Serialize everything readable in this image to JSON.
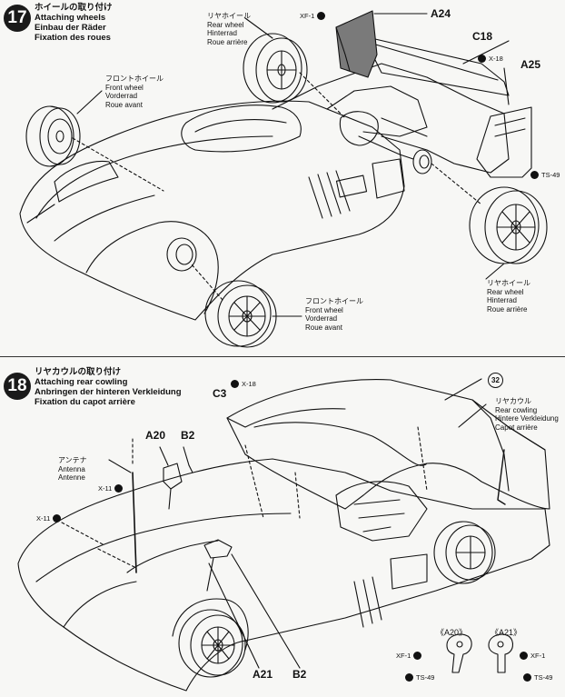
{
  "step17": {
    "number": "17",
    "title_jp": "ホイールの取り付け",
    "title_en": "Attaching wheels",
    "title_de": "Einbau der Räder",
    "title_fr": "Fixation des roues",
    "front_wheel_top": {
      "jp": "フロントホイール",
      "en": "Front wheel",
      "de": "Vorderrad",
      "fr": "Roue avant"
    },
    "rear_wheel_top": {
      "jp": "リヤホイール",
      "en": "Rear wheel",
      "de": "Hinterrad",
      "fr": "Roue arrière"
    },
    "rear_wheel_right": {
      "jp": "リヤホイール",
      "en": "Rear wheel",
      "de": "Hinterrad",
      "fr": "Roue arrière"
    },
    "front_wheel_bottom": {
      "jp": "フロントホイール",
      "en": "Front wheel",
      "de": "Vorderrad",
      "fr": "Roue avant"
    },
    "parts": {
      "a24": "A24",
      "c18": "C18",
      "a25": "A25"
    },
    "screws": {
      "xf1": "XF-1",
      "x18": "X-18",
      "ts49": "TS-49"
    }
  },
  "step18": {
    "number": "18",
    "title_jp": "リヤカウルの取り付け",
    "title_en": "Attaching rear cowling",
    "title_de": "Anbringen der hinteren Verkleidung",
    "title_fr": "Fixation du capot arrière",
    "antenna": {
      "jp": "アンテナ",
      "en": "Antenna",
      "de": "Antenne"
    },
    "rear_cowl": {
      "jp": "リヤカウル",
      "en": "Rear cowling",
      "de": "Hintere Verkleidung",
      "fr": "Capot arrière"
    },
    "ref_circle": "32",
    "parts": {
      "c3": "C3",
      "a20": "A20",
      "b2_top": "B2",
      "a21": "A21",
      "b2_bottom": "B2"
    },
    "screws": {
      "x18": "X-18",
      "x11_a": "X-11",
      "x11_b": "X-11"
    },
    "detail_a20": {
      "label": "《A20》",
      "xf1": "XF-1",
      "ts49": "TS-49"
    },
    "detail_a21": {
      "label": "《A21》",
      "xf1": "XF-1",
      "ts49": "TS-49"
    }
  },
  "colors": {
    "ink": "#111111",
    "paper": "#f7f7f5",
    "shade": "#777777"
  }
}
